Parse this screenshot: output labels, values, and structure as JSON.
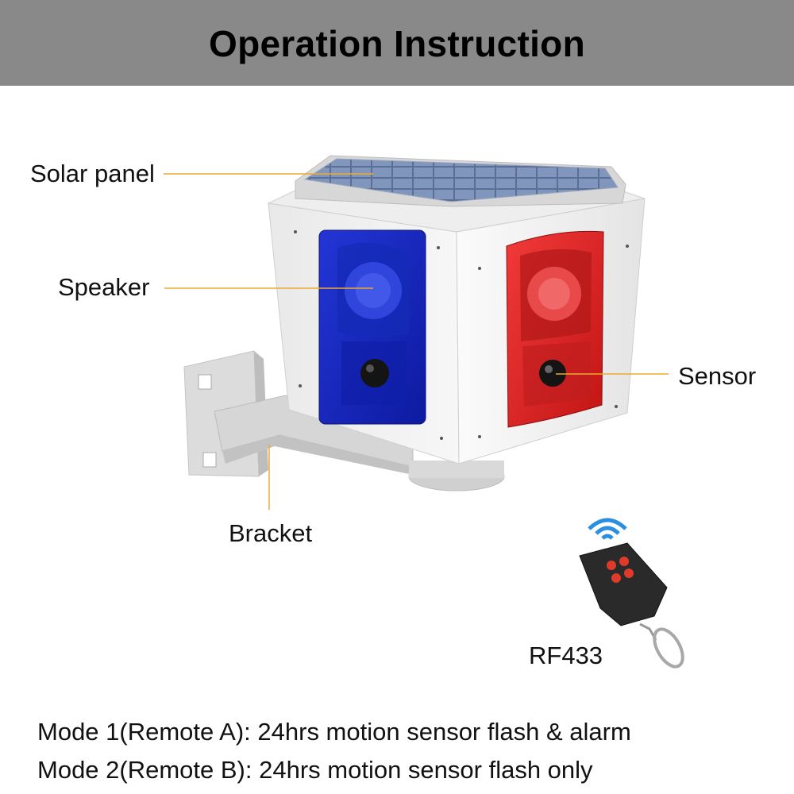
{
  "header": {
    "title": "Operation Instruction",
    "background": "#898989"
  },
  "callouts": {
    "solar_panel": "Solar panel",
    "speaker": "Speaker",
    "sensor": "Sensor",
    "bracket": "Bracket"
  },
  "remote": {
    "label": "RF433",
    "icon": "wifi-signal-icon"
  },
  "modes": [
    "Mode 1(Remote A): 24hrs motion sensor flash & alarm",
    "Mode 2(Remote B): 24hrs motion sensor flash only"
  ],
  "colors": {
    "leader_line": "#f0a830",
    "blue_lens": "#1a2fc8",
    "red_lens": "#e02424",
    "signal": "#2a8fe0"
  }
}
